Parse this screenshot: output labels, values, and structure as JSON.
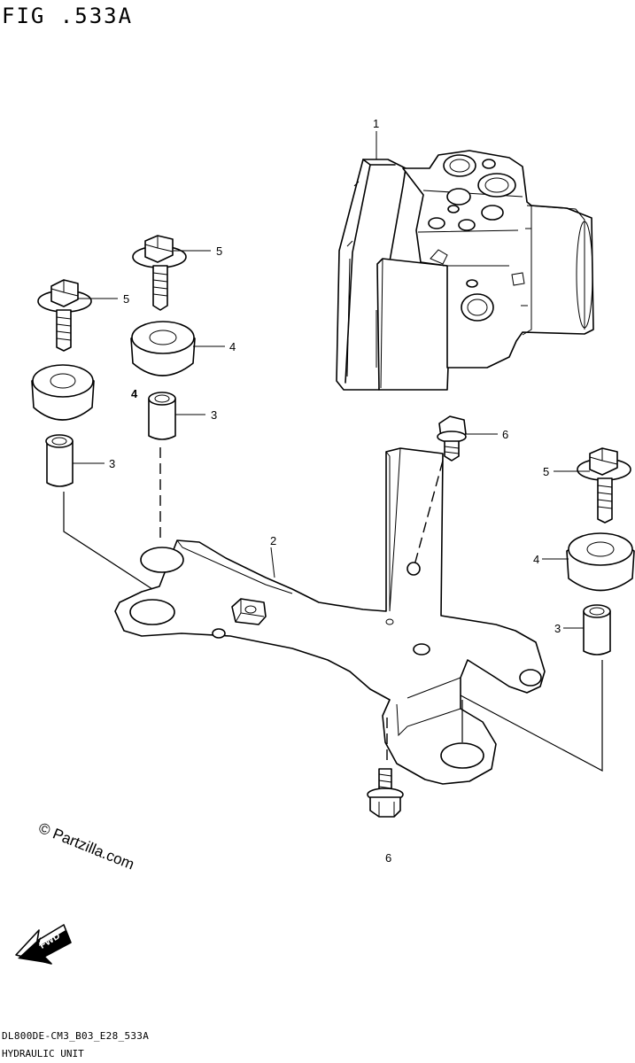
{
  "figure": {
    "title": "FIG .533A",
    "code": "DL800DE-CM3_B03_E28_533A",
    "name": "HYDRAULIC UNIT"
  },
  "watermark": "© Partzilla.com",
  "fwd_label": "FWD",
  "callouts": {
    "hydraulic_unit": "1",
    "bracket": "2",
    "spacer_left": "3",
    "spacer_mid": "3",
    "spacer_right": "3",
    "cushion_mid": "4",
    "cushion_mid_extra": "4",
    "cushion_right": "4",
    "bolt_left": "5",
    "bolt_mid": "5",
    "bolt_right": "5",
    "bolt_top": "6",
    "bolt_bottom": "6"
  }
}
